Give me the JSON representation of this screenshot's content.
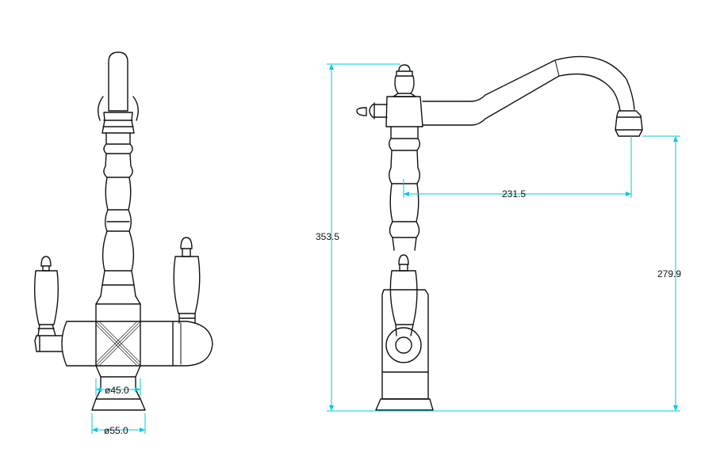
{
  "dimensions": {
    "base_inner_diameter": "ø45.0",
    "base_outer_diameter": "ø55.0",
    "overall_height": "353.5",
    "spout_reach": "231.5",
    "spout_height": "279.9"
  },
  "colors": {
    "line": "#111111",
    "dimension": "#00c8e0",
    "background": "#ffffff"
  }
}
